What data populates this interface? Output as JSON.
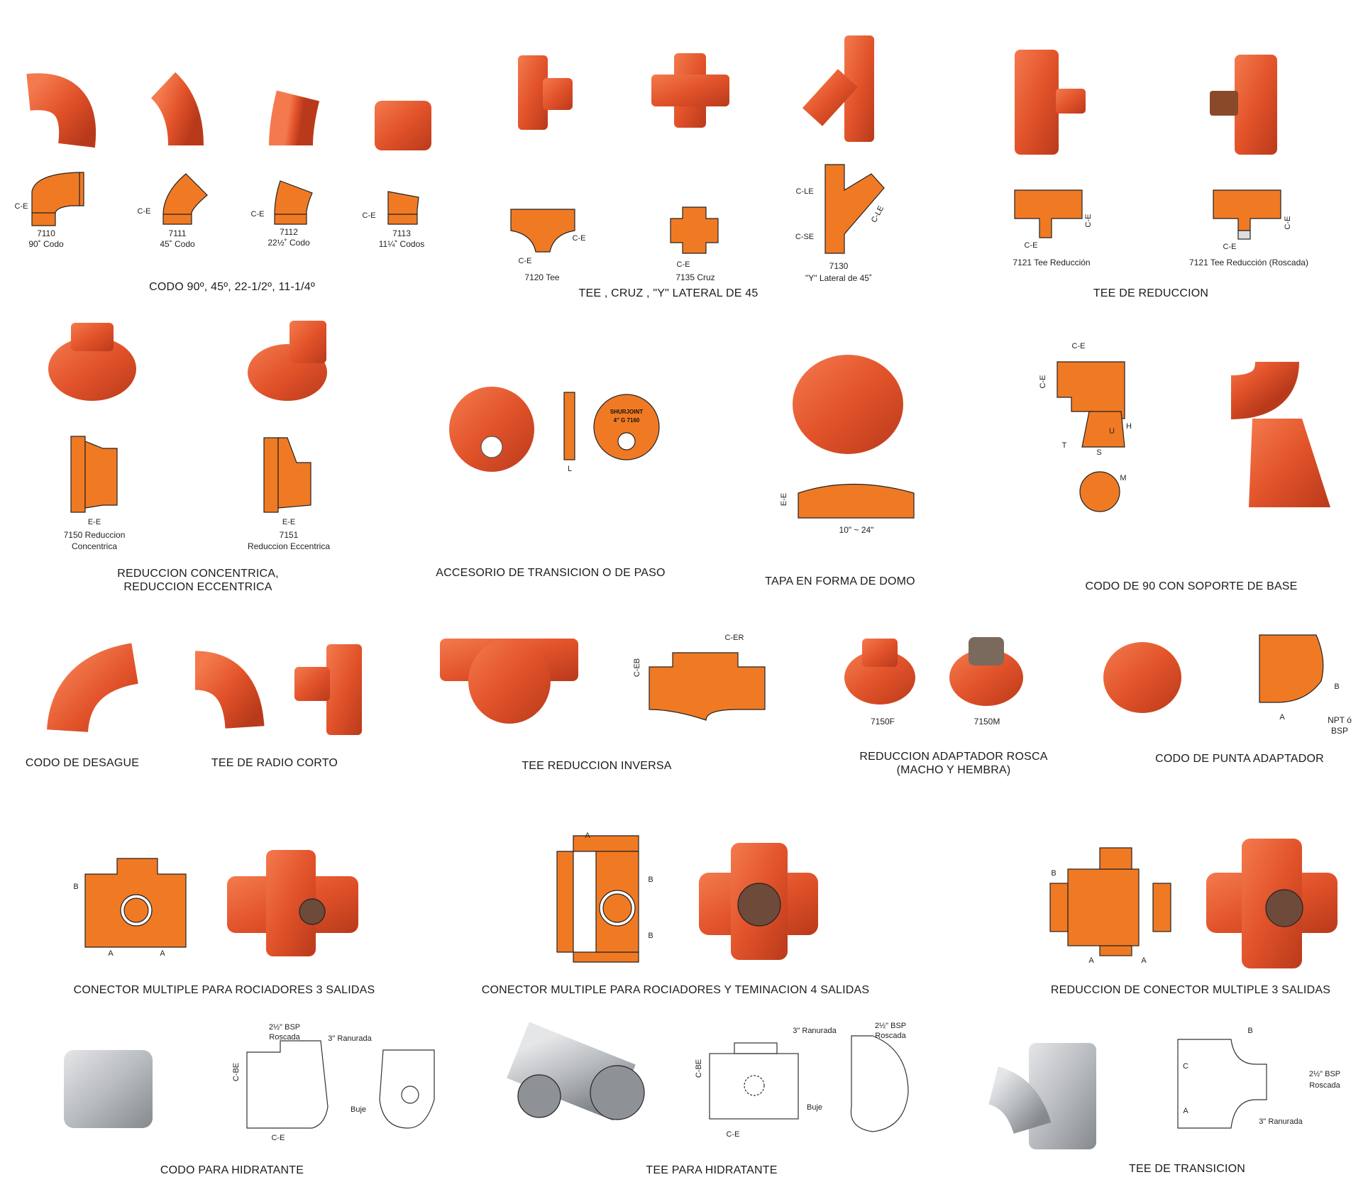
{
  "sections": {
    "elbows": {
      "title": "CODO 90º, 45º, 22-1/2º, 11-1/4º",
      "items": [
        {
          "code": "7110",
          "name": "90˚ Codo"
        },
        {
          "code": "7111",
          "name": "45˚ Codo"
        },
        {
          "code": "7112",
          "name": "22½˚ Codo"
        },
        {
          "code": "7113",
          "name": "11¼˚ Codos"
        }
      ]
    },
    "tees": {
      "title": "TEE , CRUZ , \"Y\"  LATERAL DE 45",
      "items": [
        {
          "name": "7120 Tee"
        },
        {
          "name": "7135 Cruz"
        },
        {
          "code": "7130",
          "name": "\"Y\" Lateral de 45˚"
        }
      ]
    },
    "reducing_tees": {
      "title": "TEE DE REDUCCION",
      "items": [
        {
          "name": "7121 Tee Reducción"
        },
        {
          "name": "7121 Tee Reducción (Roscada)"
        }
      ]
    },
    "reducers": {
      "title_lines": [
        "REDUCCION CONCENTRICA,",
        "REDUCCION ECCENTRICA"
      ],
      "items": [
        {
          "code": "7150 Reduccion",
          "name": "Concentrica"
        },
        {
          "code": "7151",
          "name": "Reduccion Eccentrica"
        }
      ]
    },
    "transition": {
      "title": "ACCESORIO DE TRANSICION O DE PASO",
      "logo_text": [
        "SHURJOINT",
        "4\" G 7160"
      ]
    },
    "dome_cap": {
      "title": "TAPA EN FORMA DE DOMO",
      "size_range": "10\" ~ 24\""
    },
    "base_elbow": {
      "title": "CODO DE 90 CON SOPORTE DE BASE"
    },
    "drain_elbow": {
      "title": "CODO DE DESAGUE"
    },
    "short_radius_tee": {
      "title": "TEE DE RADIO CORTO"
    },
    "reverse_tee": {
      "title": "TEE REDUCCION INVERSA"
    },
    "adapter": {
      "title_lines": [
        "REDUCCION ADAPTADOR ROSCA",
        "(MACHO Y HEMBRA)"
      ],
      "items": [
        "7150F",
        "7150M"
      ]
    },
    "adapter_elbow": {
      "title": "CODO DE PUNTA ADAPTADOR",
      "thread_note": [
        "NPT ó",
        "BSP"
      ]
    },
    "manifold3": {
      "title": "CONECTOR MULTIPLE  PARA ROCIADORES  3 SALIDAS"
    },
    "manifold4": {
      "title": "CONECTOR MULTIPLE  PARA ROCIADORES Y TEMINACION 4 SALIDAS"
    },
    "manifold3_red": {
      "title": "REDUCCION DE CONECTOR MULTIPLE 3 SALIDAS"
    },
    "hydrant_elbow": {
      "title": "CODO PARA HIDRATANTE"
    },
    "hydrant_tee": {
      "title": "TEE PARA HIDRATANTE"
    },
    "transition_tee": {
      "title": "TEE DE TRANSICION"
    }
  },
  "notes": {
    "bsp": "2½\" BSP",
    "roscada": "Roscada",
    "ranurada": "3\" Ranurada",
    "buje": "Buje"
  },
  "dims": {
    "ce": "C-E",
    "ee": "E-E",
    "l": "L",
    "cle": "C-LE",
    "cse": "C-SE",
    "u": "U",
    "h": "H",
    "s": "S",
    "t": "T",
    "m": "M",
    "cer": "C-ER",
    "ceb": "C-EB",
    "a": "A",
    "b": "B",
    "c": "C",
    "cbe": "C-BE"
  },
  "colors": {
    "photo_orange": "#e2532a",
    "drawing_orange": "#f07a24",
    "galvanized": "#b8bbbf"
  }
}
